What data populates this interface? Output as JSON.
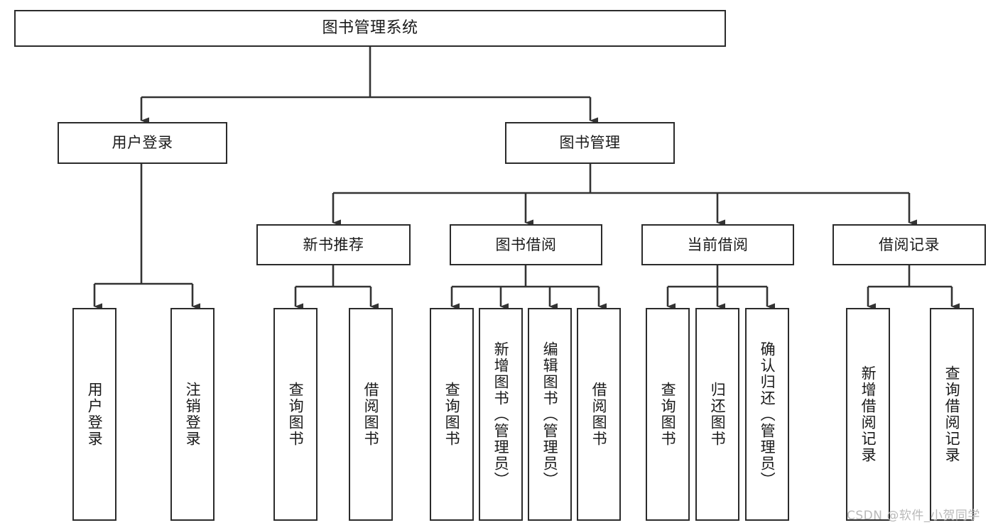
{
  "diagram": {
    "title": "图书管理系统",
    "type": "tree",
    "watermark": "CSDN @软件_小贺同学",
    "colors": {
      "box_border": "#2b2b2b",
      "box_fill": "#ffffff",
      "connector": "#333333",
      "text": "#1a1a1a",
      "watermark": "#b9b9b9",
      "background": "#ffffff"
    },
    "root": {
      "label": "图书管理系统"
    },
    "level2": [
      {
        "label": "用户登录"
      },
      {
        "label": "图书管理"
      }
    ],
    "level3": [
      {
        "label": "新书推荐"
      },
      {
        "label": "图书借阅"
      },
      {
        "label": "当前借阅"
      },
      {
        "label": "借阅记录"
      }
    ],
    "leaves": {
      "user_login": [
        {
          "label": "用户登录"
        },
        {
          "label": "注销登录"
        }
      ],
      "new_book_recommend": [
        {
          "label": "查询图书"
        },
        {
          "label": "借阅图书"
        }
      ],
      "book_borrow": [
        {
          "label": "查询图书"
        },
        {
          "label": "新增图书（管理员）"
        },
        {
          "label": "编辑图书（管理员）"
        },
        {
          "label": "借阅图书"
        }
      ],
      "current_borrow": [
        {
          "label": "查询图书"
        },
        {
          "label": "归还图书"
        },
        {
          "label": "确认归还（管理员）"
        }
      ],
      "borrow_record": [
        {
          "label": "新增借阅记录"
        },
        {
          "label": "查询借阅记录"
        }
      ]
    }
  }
}
